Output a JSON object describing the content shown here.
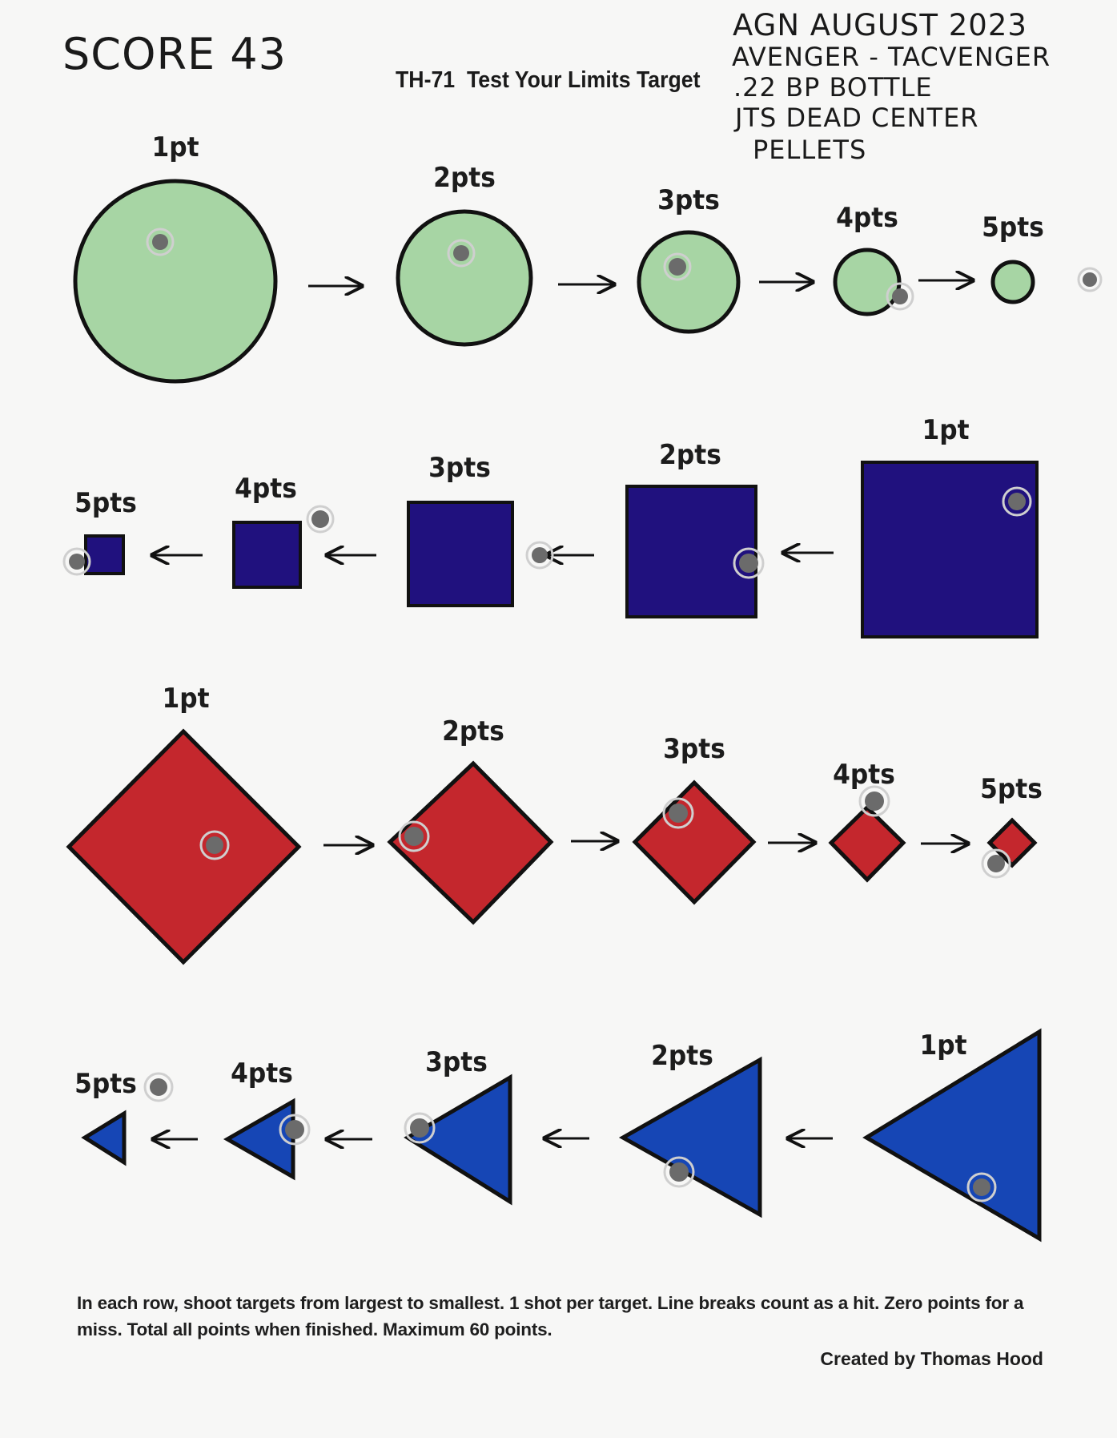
{
  "handwritten": {
    "score": "SCORE 43",
    "notes": [
      "AGN AUGUST 2023",
      "AVENGER - TACVENGER",
      ".22 BP BOTTLE",
      "JTS DEAD CENTER",
      "PELLETS"
    ]
  },
  "header": {
    "title": "TH-71  Test Your Limits Target"
  },
  "rows": [
    {
      "shape": "circle",
      "color": "#a7d5a4",
      "labels": [
        "1pt",
        "2pts",
        "3pts",
        "4pts",
        "5pts"
      ]
    },
    {
      "shape": "square",
      "color": "#20117e",
      "labels": [
        "1pt",
        "2pts",
        "3pts",
        "4pts",
        "5pts"
      ]
    },
    {
      "shape": "diamond",
      "color": "#c4272d",
      "labels": [
        "1pt",
        "2pts",
        "3pts",
        "4pts",
        "5pts"
      ]
    },
    {
      "shape": "triangle",
      "color": "#1646b5",
      "labels": [
        "1pt",
        "2pts",
        "3pts",
        "4pts",
        "5pts"
      ]
    }
  ],
  "footer": {
    "instructions": "In each row, shoot targets from largest to smallest. 1 shot per target. Line breaks count as a hit. Zero points for a miss. Total all points when finished. Maximum 60 points.",
    "credit": "Created by Thomas Hood"
  },
  "colors": {
    "outline": "#111111",
    "hole": "#6b6b6b"
  }
}
